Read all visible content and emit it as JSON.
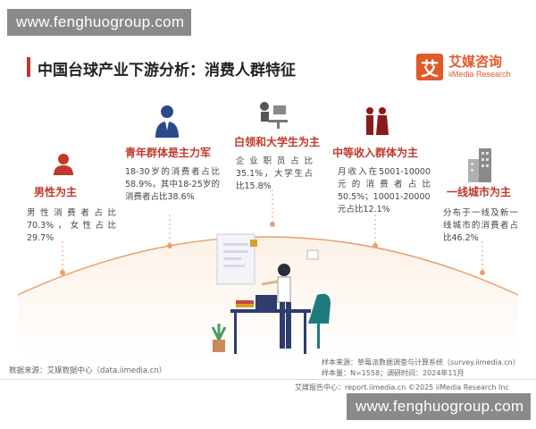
{
  "watermark": "www.fenghuogroup.com",
  "title": "中国台球产业下游分析：消费人群特征",
  "logo": {
    "mark": "艾",
    "name": "艾媒咨询",
    "en": "iiMedia Research"
  },
  "items": [
    {
      "label": "男性为主",
      "desc": "男性消费者占比70.3%，女性占比29.7%"
    },
    {
      "label": "青年群体是主力军",
      "desc": "18-30岁的消费者占比58.9%，其中18-25岁的消费者占比38.6%"
    },
    {
      "label": "白领和大学生为主",
      "desc": "企业职员占比35.1%，大学生占比15.8%"
    },
    {
      "label": "中等收入群体为主",
      "desc": "月收入在5001-10000元的消费者占比50.5%；10001-20000元占比12.1%"
    },
    {
      "label": "一线城市为主",
      "desc": "分布于一线及新一线城市的消费者占比46.2%"
    }
  ],
  "source_left": "数据来源：艾媒数据中心（data.iimedia.cn）",
  "source_right1": "样本来源：草莓派数据调查与计算系统（survey.iimedia.cn）",
  "source_right2": "样本量：N=1558；调研时间：2024年11月",
  "footer": "艾媒报告中心：report.iimedia.cn    ©2025 iiMedia Research Inc",
  "colors": {
    "accent": "#c0392b",
    "brand": "#e05a2b"
  }
}
